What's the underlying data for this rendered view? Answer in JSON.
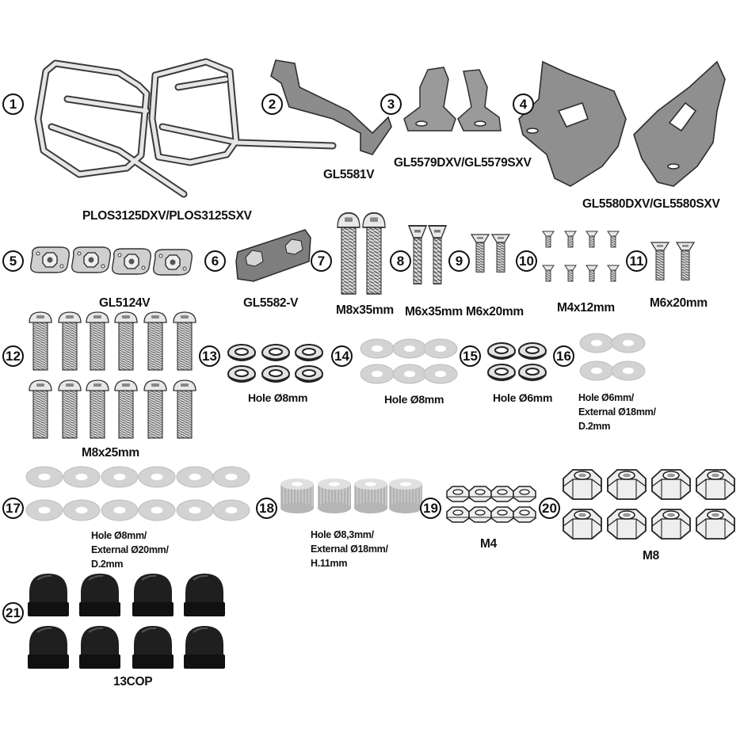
{
  "items": [
    {
      "num": "1",
      "label": "PLOS3125DXV/PLOS3125SXV"
    },
    {
      "num": "2",
      "label": "GL5581V"
    },
    {
      "num": "3",
      "label": "GL5579DXV/GL5579SXV"
    },
    {
      "num": "4",
      "label": "GL5580DXV/GL5580SXV"
    },
    {
      "num": "5",
      "label": "GL5124V"
    },
    {
      "num": "6",
      "label": "GL5582-V"
    },
    {
      "num": "7",
      "label": "M8x35mm"
    },
    {
      "num": "8",
      "label": "M6x35mm"
    },
    {
      "num": "9",
      "label": "M6x20mm"
    },
    {
      "num": "10",
      "label": "M4x12mm"
    },
    {
      "num": "11",
      "label": "M6x20mm"
    },
    {
      "num": "12",
      "label": "M8x25mm"
    },
    {
      "num": "13",
      "label": "Hole Ø8mm"
    },
    {
      "num": "14",
      "label": "Hole Ø8mm"
    },
    {
      "num": "15",
      "label": "Hole Ø6mm"
    },
    {
      "num": "16",
      "label_lines": [
        "Hole Ø6mm/",
        "External Ø18mm/",
        "D.2mm"
      ]
    },
    {
      "num": "17",
      "label_lines": [
        "Hole Ø8mm/",
        "External Ø20mm/",
        "D.2mm"
      ]
    },
    {
      "num": "18",
      "label_lines": [
        "Hole Ø8,3mm/",
        "External Ø18mm/",
        "H.11mm"
      ]
    },
    {
      "num": "19",
      "label": "M4"
    },
    {
      "num": "20",
      "label": "M8"
    },
    {
      "num": "21",
      "label": "13COP"
    }
  ]
}
